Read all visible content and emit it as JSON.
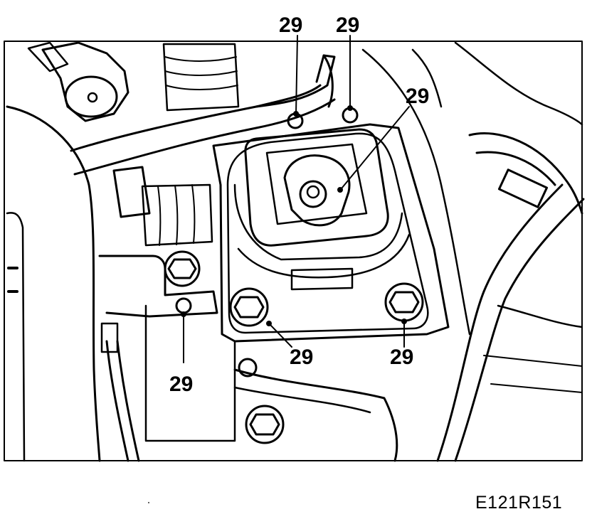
{
  "callouts": [
    "29",
    "29",
    "29",
    "29",
    "29",
    "29"
  ],
  "reference_code": "E121R151",
  "colors": {
    "line": "#000000",
    "background": "#ffffff"
  }
}
